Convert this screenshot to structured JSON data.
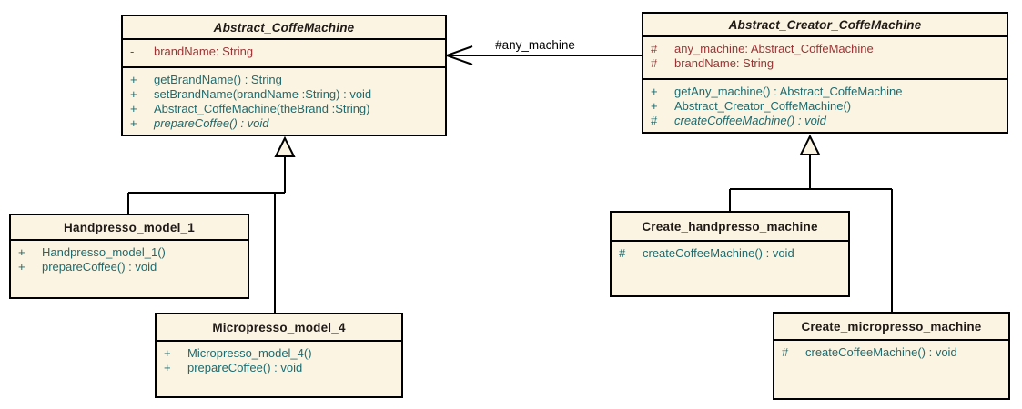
{
  "colors": {
    "class_fill": "#FBF4E2",
    "border_color": "#000000",
    "title_text": "#1F1A17",
    "attribute_text": "#9B3334",
    "method_text": "#1E6B6F",
    "label_text": "#000000"
  },
  "association": {
    "label": "#any_machine"
  },
  "classes": [
    {
      "name": "Abstract_CoffeMachine",
      "abstract": true,
      "attributes": [
        {
          "visibility": "-",
          "text": "brandName: String"
        }
      ],
      "methods": [
        {
          "visibility": "+",
          "text": "getBrandName() : String"
        },
        {
          "visibility": "+",
          "text": "setBrandName(brandName :String) : void"
        },
        {
          "visibility": "+",
          "text": "Abstract_CoffeMachine(theBrand :String)"
        },
        {
          "visibility": "+",
          "text": "prepareCoffee() : void",
          "italic": true
        }
      ]
    },
    {
      "name": "Abstract_Creator_CoffeMachine",
      "abstract": true,
      "attributes": [
        {
          "visibility": "#",
          "text": "any_machine: Abstract_CoffeMachine"
        },
        {
          "visibility": "#",
          "text": "brandName: String"
        }
      ],
      "methods": [
        {
          "visibility": "+",
          "text": "getAny_machine() : Abstract_CoffeMachine"
        },
        {
          "visibility": "+",
          "text": "Abstract_Creator_CoffeMachine()"
        },
        {
          "visibility": "#",
          "text": "createCoffeeMachine() : void",
          "italic": true
        }
      ]
    },
    {
      "name": "Handpresso_model_1",
      "abstract": false,
      "attributes": [],
      "methods": [
        {
          "visibility": "+",
          "text": "Handpresso_model_1()"
        },
        {
          "visibility": "+",
          "text": "prepareCoffee() : void"
        }
      ]
    },
    {
      "name": "Micropresso_model_4",
      "abstract": false,
      "attributes": [],
      "methods": [
        {
          "visibility": "+",
          "text": "Micropresso_model_4()"
        },
        {
          "visibility": "+",
          "text": "prepareCoffee() : void"
        }
      ]
    },
    {
      "name": "Create_handpresso_machine",
      "abstract": false,
      "attributes": [],
      "methods": [
        {
          "visibility": "#",
          "text": "createCoffeeMachine() : void"
        }
      ]
    },
    {
      "name": "Create_micropresso_machine",
      "abstract": false,
      "attributes": [],
      "methods": [
        {
          "visibility": "#",
          "text": "createCoffeeMachine() : void"
        }
      ]
    }
  ]
}
